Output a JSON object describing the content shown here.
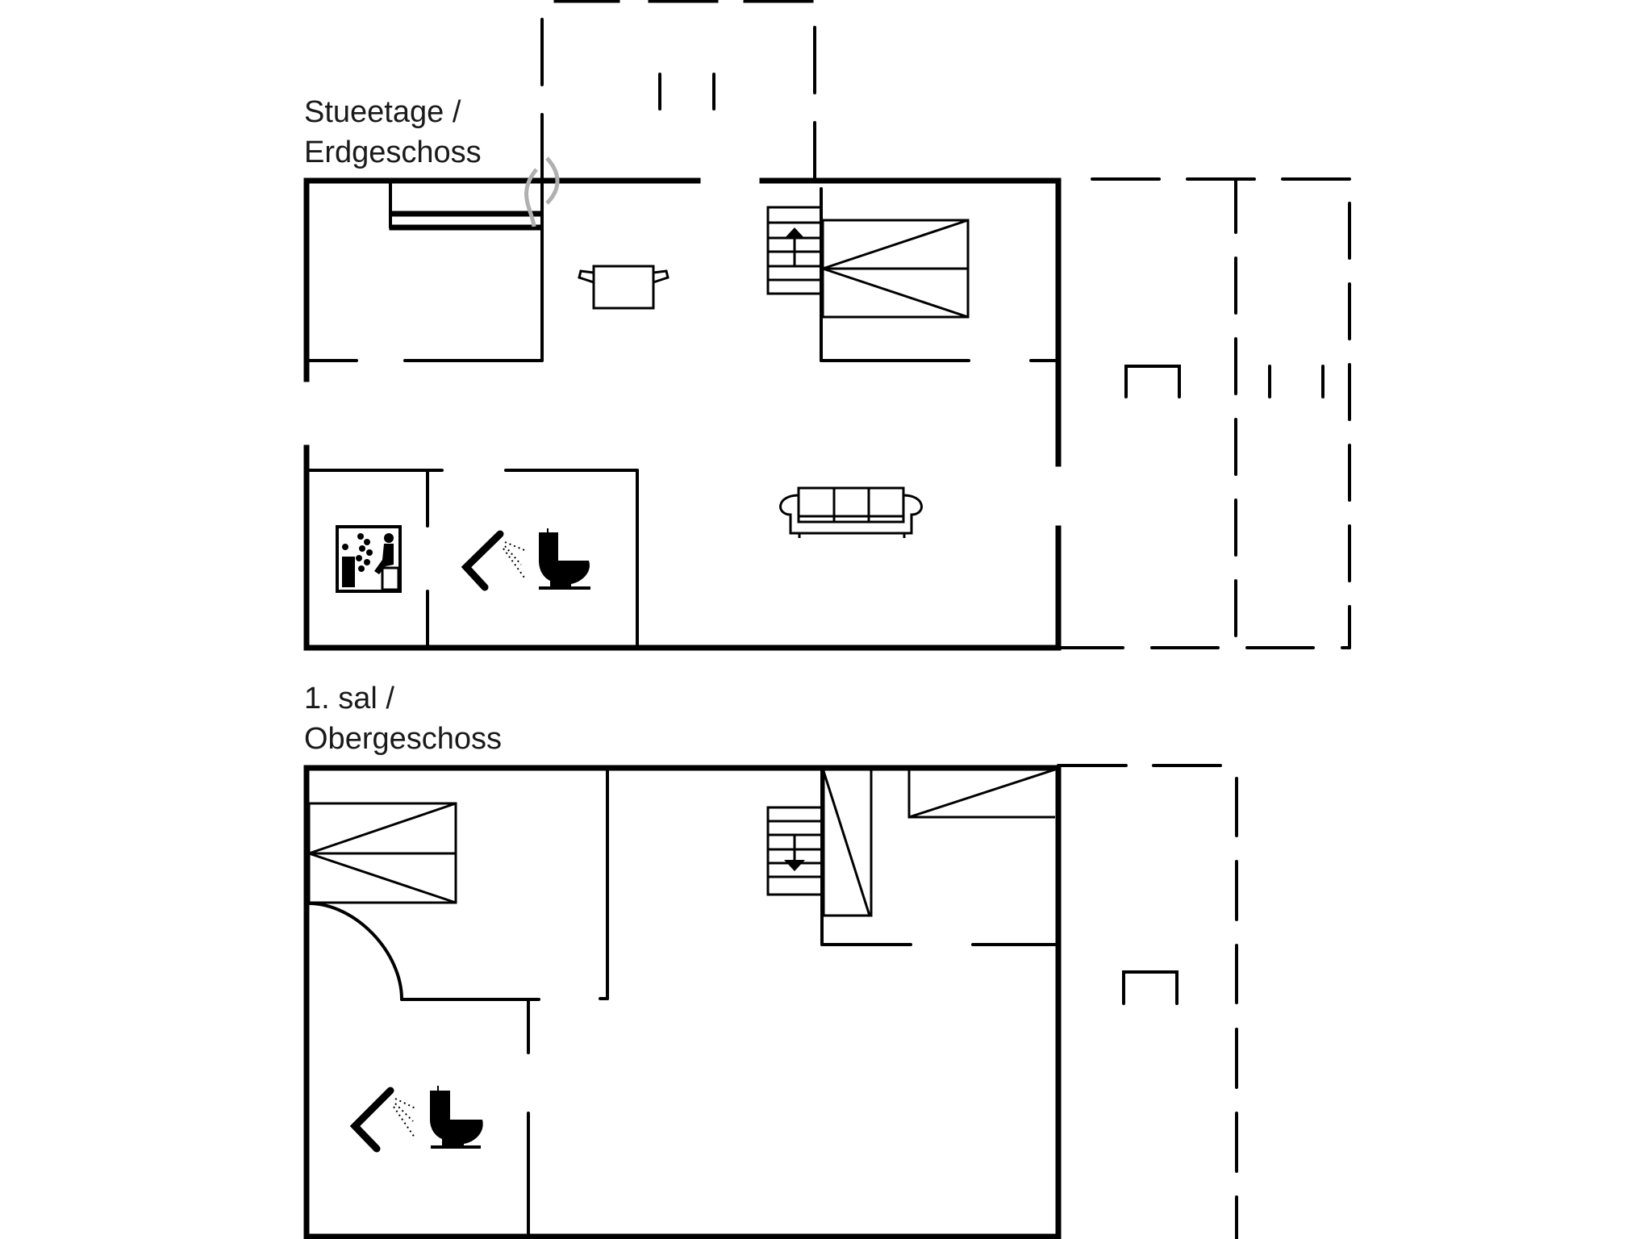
{
  "floors": [
    {
      "id": "ground",
      "title_line1": "Stueetage /",
      "title_line2": "Erdgeschoss",
      "symbols": [
        "kitchen-pot-icon",
        "stairs-up-icon",
        "sofa-icon",
        "sauna-icon",
        "shower-icon",
        "toilet-icon",
        "bed-icon",
        "bunk-icon"
      ]
    },
    {
      "id": "upper",
      "title_line1": "1. sal /",
      "title_line2": "Obergeschoss",
      "symbols": [
        "stairs-down-icon",
        "bed-icon",
        "shower-icon",
        "toilet-icon"
      ]
    }
  ],
  "colors": {
    "wall": "#000000",
    "background": "#ffffff",
    "steam": "#b0b0b0",
    "text": "#1a1a1a"
  }
}
